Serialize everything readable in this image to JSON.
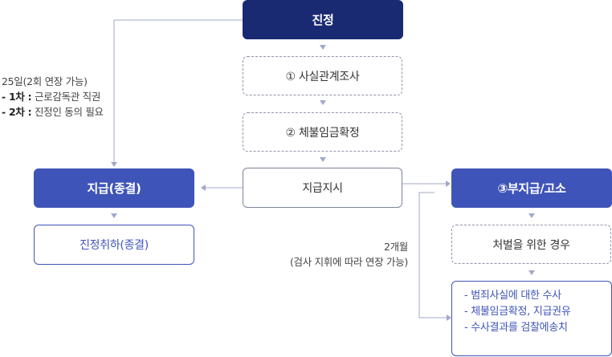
{
  "nodes": {
    "petition": "진정",
    "step1": "① 사실관계조사",
    "step2": "② 체불임금확정",
    "order": "지급지시",
    "payment": "지급(종결)",
    "withdraw": "진정취하(종결)",
    "nonpayment": "③부지급/고소",
    "punish": "처벌을 위한 경우",
    "actions": [
      "- 범죄사실에 대한 수사",
      "- 체불임금확정, 지급권유",
      "- 수사결과를 검찰에송치"
    ]
  },
  "notes": {
    "left": {
      "line1": "25일(2회 연장 가능)",
      "line2_bold": "- 1차 :",
      "line2_text": " 근로감독관 직권",
      "line3_bold": "- 2차 :",
      "line3_text": " 진정인 동의 필요"
    },
    "middle": {
      "line1": "2개월",
      "line2": "(검사 지휘에 따라 연장 가능)"
    }
  },
  "colors": {
    "dark": "#1a2a72",
    "blue": "#3f54b8",
    "line": "#a3a8c9"
  }
}
